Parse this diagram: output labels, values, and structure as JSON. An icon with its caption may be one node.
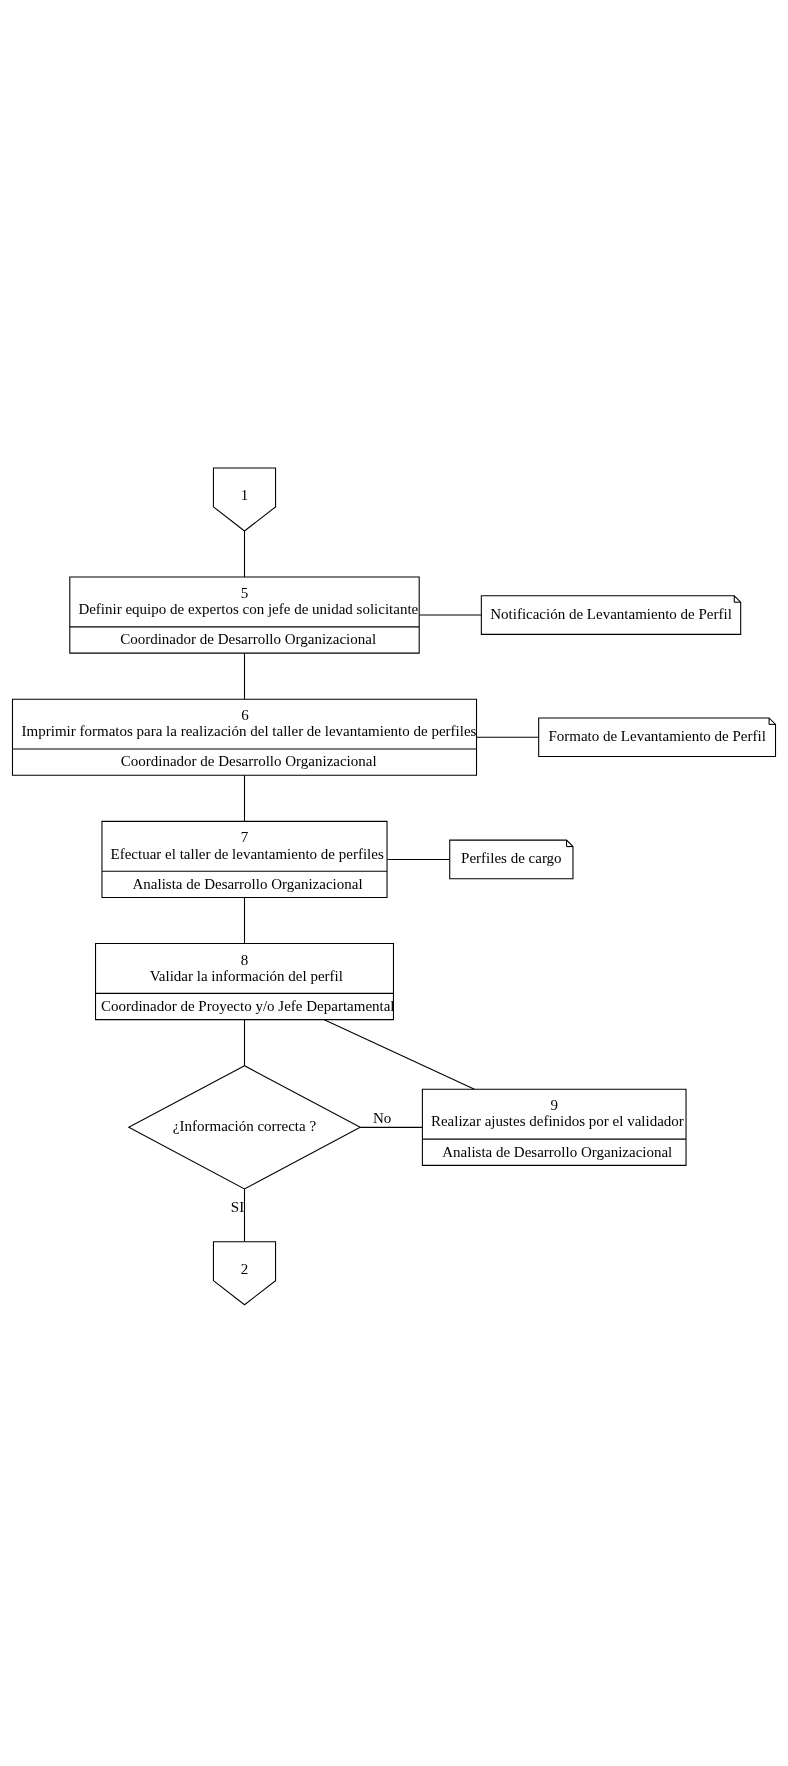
{
  "diagram": {
    "nodes": [
      {
        "text": [
          "1"
        ]
      },
      {
        "text": [
          "5",
          "Definir equipo de expertos con jefe de unidad solicitante",
          "Coordinador de Desarrollo Organizacional"
        ]
      },
      {
        "text": [
          "Notificación de Levantamiento de Perfil"
        ]
      },
      {
        "text": [
          "6",
          "Imprimir formatos para la realización del taller de levantamiento de perfiles",
          "Coordinador de Desarrollo Organizacional"
        ]
      },
      {
        "text": [
          "Formato de Levantamiento de Perfil"
        ]
      },
      {
        "text": [
          "7",
          "Efectuar el taller de levantamiento de perfiles",
          "Analista de Desarrollo Organizacional"
        ]
      },
      {
        "text": [
          "Perfiles de cargo"
        ]
      },
      {
        "text": [
          "8",
          "Validar la información del perfil",
          "Coordinador de Proyecto y/o Jefe Departamental"
        ]
      },
      {
        "text": [
          "¿Información correcta ?"
        ]
      },
      {
        "text": [
          "9",
          "Realizar ajustes definidos por el validador",
          "Analista de Desarrollo Organizacional"
        ]
      },
      {
        "text": [
          "2"
        ]
      }
    ],
    "edges": [
      {
        "from": 0,
        "to": 1,
        "arrow": "none"
      },
      {
        "from": 1,
        "to": 2,
        "arrow": "none"
      },
      {
        "from": 1,
        "to": 3,
        "arrow": "none"
      },
      {
        "from": 3,
        "to": 4,
        "arrow": "none"
      },
      {
        "from": 3,
        "to": 5,
        "arrow": "none"
      },
      {
        "from": 5,
        "to": 6,
        "arrow": "none"
      },
      {
        "from": 5,
        "to": 7,
        "arrow": "none"
      },
      {
        "from": 7,
        "to": 8,
        "arrow": "none"
      },
      {
        "from": 8,
        "to": 9,
        "arrow": "none",
        "label": "No"
      },
      {
        "from": 9,
        "to": 7,
        "arrow": "none"
      },
      {
        "from": 8,
        "to": 10,
        "arrow": "none",
        "label": "SI"
      }
    ]
  }
}
